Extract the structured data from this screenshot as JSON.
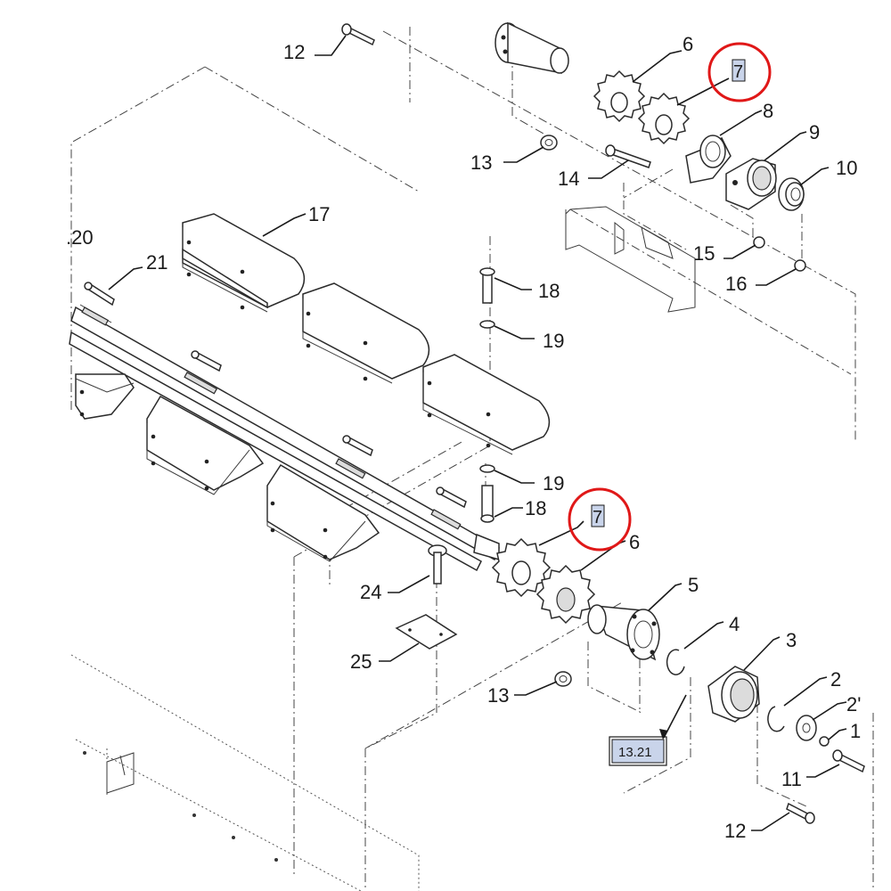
{
  "callouts": {
    "c12a": "12",
    "c6a": "6",
    "c7a": "7",
    "c8": "8",
    "c9": "9",
    "c10": "10",
    "c13a": "13",
    "c14": "14",
    "c15": "15",
    "c16": "16",
    "c17": "17",
    "c20": ".20",
    "c21": "21",
    "c18a": "18",
    "c19a": "19",
    "c19b": "19",
    "c18b": "18",
    "c7b": "7",
    "c6b": "6",
    "c5": "5",
    "c4": "4",
    "c3": "3",
    "c2": "2",
    "c2b": "2'",
    "c1": "1",
    "c24": "24",
    "c25": "25",
    "c13b": "13",
    "c11": "11",
    "c12b": "12"
  },
  "reference_box": "13.21",
  "colors": {
    "highlight_circle": "#e01818",
    "highlight_fill": "#c9d4ea"
  }
}
